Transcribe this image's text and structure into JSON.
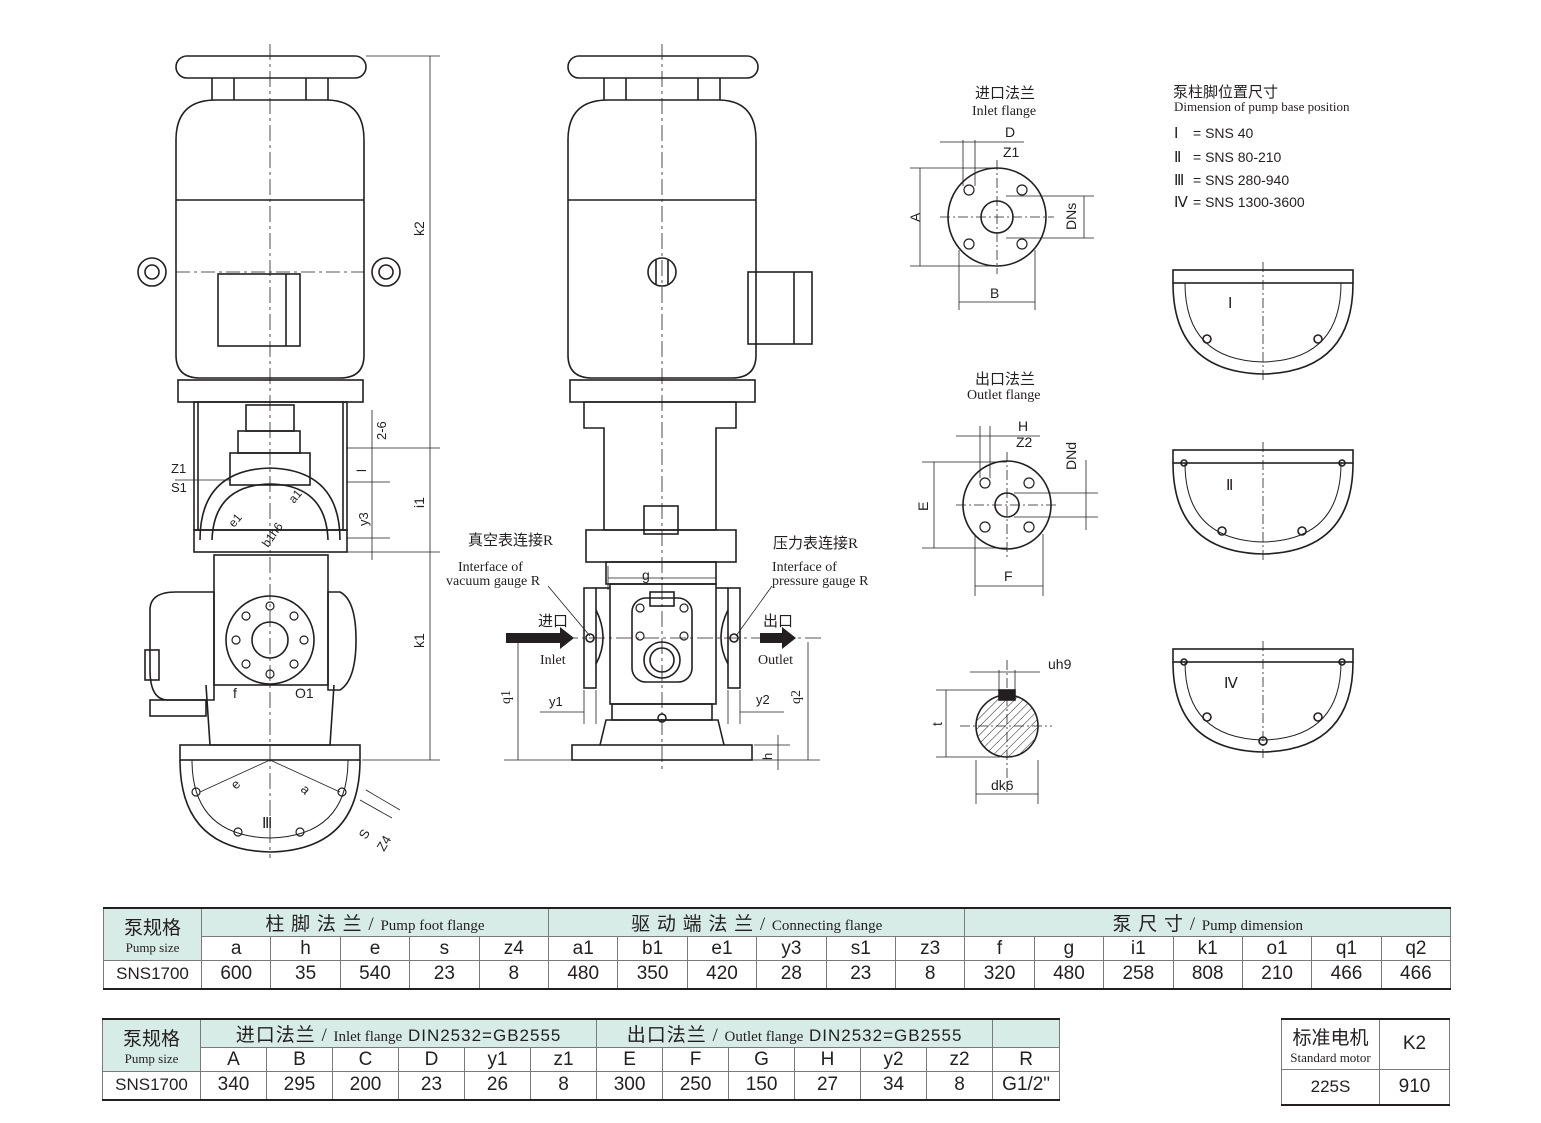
{
  "views": {
    "side": {
      "labels": [
        "k2",
        "k1",
        "i1",
        "2-6",
        "l",
        "y3",
        "Z1",
        "S1",
        "e1",
        "a1",
        "b1h6",
        "f",
        "O1",
        "e",
        "a",
        "Ⅲ",
        "S",
        "Z4"
      ]
    },
    "front": {
      "vacuum_cn": "真空表连接R",
      "vacuum_en1": "Interface of",
      "vacuum_en2": "vacuum gauge R",
      "pressure_cn": "压力表连接R",
      "pressure_en1": "Interface of",
      "pressure_en2": "pressure gauge R",
      "inlet_cn": "进口",
      "inlet_en": "Inlet",
      "outlet_cn": "出口",
      "outlet_en": "Outlet",
      "dims": [
        "g",
        "q1",
        "q2",
        "y1",
        "y2",
        "h"
      ]
    },
    "inlet_flange": {
      "title_cn": "进口法兰",
      "title_en": "Inlet flange",
      "dims": [
        "D",
        "Z1",
        "A",
        "DNs",
        "B"
      ]
    },
    "outlet_flange": {
      "title_cn": "出口法兰",
      "title_en": "Outlet flange",
      "dims": [
        "H",
        "Z2",
        "E",
        "DNd",
        "F"
      ]
    },
    "shaft": {
      "dims": [
        "uh9",
        "t",
        "dk6"
      ]
    },
    "base_position": {
      "title_cn": "泵柱脚位置尺寸",
      "title_en": "Dimension of pump base position",
      "items": [
        {
          "numeral": "Ⅰ",
          "text": "SNS 40"
        },
        {
          "numeral": "Ⅱ",
          "text": "SNS 80-210"
        },
        {
          "numeral": "Ⅲ",
          "text": "SNS 280-940"
        },
        {
          "numeral": "Ⅳ",
          "text": "SNS 1300-3600"
        }
      ],
      "bases": [
        "Ⅰ",
        "Ⅱ",
        "Ⅳ"
      ]
    }
  },
  "table1": {
    "size_cn": "泵规格",
    "size_en": "Pump size",
    "groups": [
      {
        "cn": "柱 脚 法 兰",
        "en": "Pump foot flange"
      },
      {
        "cn": "驱 动 端 法 兰",
        "en": "Connecting flange"
      },
      {
        "cn": "泵 尺 寸",
        "en": "Pump dimension"
      }
    ],
    "sep": " / ",
    "cols": [
      "a",
      "h",
      "e",
      "s",
      "z4",
      "a1",
      "b1",
      "e1",
      "y3",
      "s1",
      "z3",
      "f",
      "g",
      "i1",
      "k1",
      "o1",
      "q1",
      "q2"
    ],
    "model": "SNS1700",
    "values": [
      "600",
      "35",
      "540",
      "23",
      "8",
      "480",
      "350",
      "420",
      "28",
      "23",
      "8",
      "320",
      "480",
      "258",
      "808",
      "210",
      "466",
      "466"
    ]
  },
  "table2": {
    "size_cn": "泵规格",
    "size_en": "Pump size",
    "groups": [
      {
        "cn": "进口法兰",
        "en": "Inlet flange",
        "std": "DIN2532=GB2555"
      },
      {
        "cn": "出口法兰",
        "en": "Outlet flange",
        "std": "DIN2532=GB2555"
      }
    ],
    "sep": " / ",
    "cols": [
      "A",
      "B",
      "C",
      "D",
      "y1",
      "z1",
      "E",
      "F",
      "G",
      "H",
      "y2",
      "z2",
      "R"
    ],
    "model": "SNS1700",
    "values": [
      "340",
      "295",
      "200",
      "23",
      "26",
      "8",
      "300",
      "250",
      "150",
      "27",
      "34",
      "8",
      "G1/2\""
    ]
  },
  "table3": {
    "motor_cn": "标准电机",
    "motor_en": "Standard motor",
    "k2_label": "K2",
    "motor": "225S",
    "k2": "910"
  }
}
